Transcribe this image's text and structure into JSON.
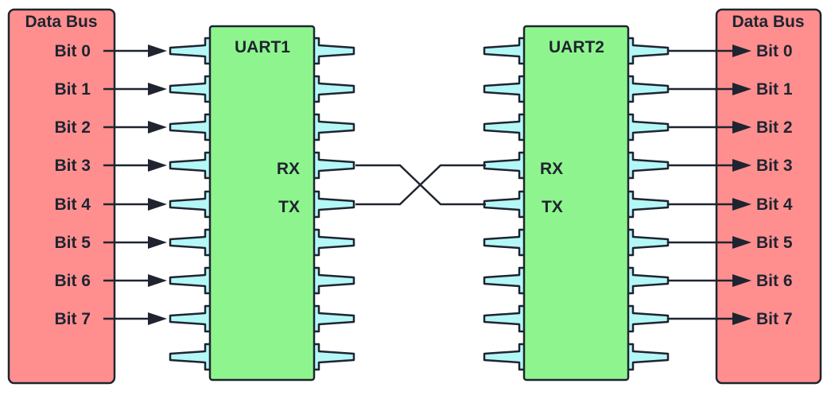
{
  "diagram": {
    "left_bus": {
      "title": "Data Bus",
      "bits": [
        "Bit 0",
        "Bit 1",
        "Bit 2",
        "Bit 3",
        "Bit 4",
        "Bit 5",
        "Bit 6",
        "Bit 7"
      ]
    },
    "right_bus": {
      "title": "Data Bus",
      "bits": [
        "Bit 0",
        "Bit 1",
        "Bit 2",
        "Bit 3",
        "Bit 4",
        "Bit 5",
        "Bit 6",
        "Bit 7"
      ]
    },
    "uart1": {
      "label": "UART1",
      "rx": "RX",
      "tx": "TX"
    },
    "uart2": {
      "label": "UART2",
      "rx": "RX",
      "tx": "TX"
    },
    "colors": {
      "bus_fill": "#ff8f8f",
      "chip_fill": "#8ef58e",
      "pin_fill": "#b4f7f7",
      "line": "#1f2430"
    }
  }
}
